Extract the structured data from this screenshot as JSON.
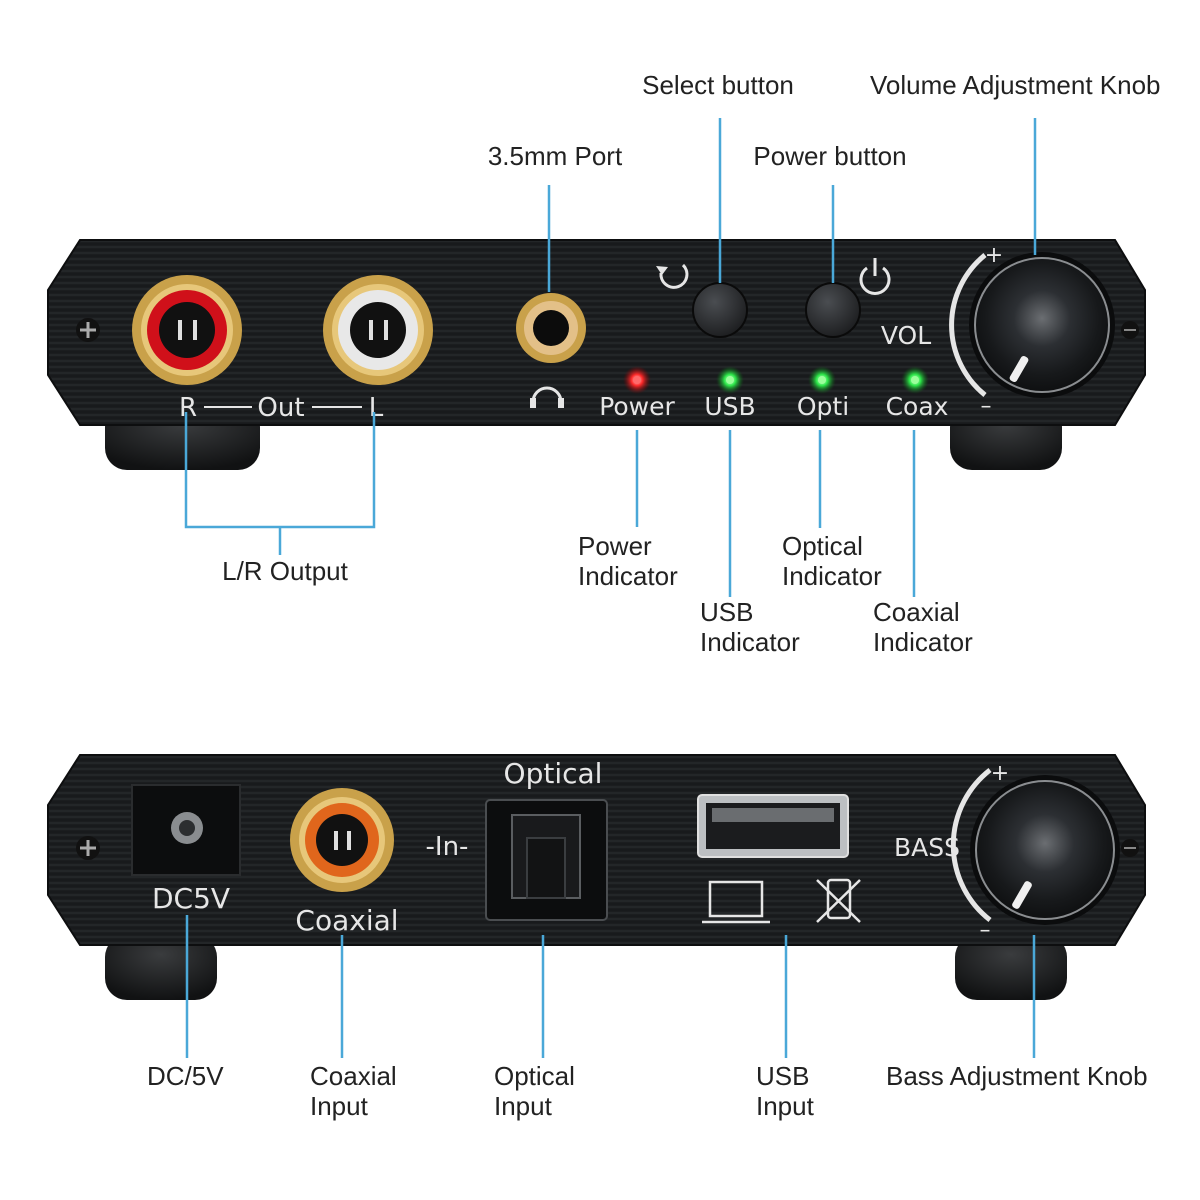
{
  "colors": {
    "callout_line": "#4aa8d8",
    "panel": "#1b1d1f",
    "panel_groove": "#2a2d30",
    "power_led": "#ff2a2a",
    "status_led": "#2ee84a",
    "rca_red": "#d0101a",
    "rca_white": "#e8e8e8",
    "gold": "#c9a14a",
    "coax_orange": "#e0661c"
  },
  "front_panel": {
    "out_label": "Out",
    "out_r": "R",
    "out_l": "L",
    "vol_label": "VOL",
    "vol_plus": "+",
    "vol_minus": "–",
    "led_power_label": "Power",
    "led_usb_label": "USB",
    "led_opti_label": "Opti",
    "led_coax_label": "Coax",
    "icons": [
      "headphone-icon",
      "cycle-icon",
      "power-icon"
    ]
  },
  "back_panel": {
    "dc_label": "DC5V",
    "coaxial_label": "Coaxial",
    "in_label": "-In-",
    "optical_label": "Optical",
    "bass_label": "BASS",
    "bass_plus": "+",
    "bass_minus": "–",
    "icons": [
      "laptop-icon",
      "no-phone-icon"
    ]
  },
  "callouts": {
    "select_button": "Select button",
    "volume_knob": "Volume Adjustment Knob",
    "port_35": "3.5mm Port",
    "power_button": "Power button",
    "lr_output": "L/R Output",
    "power_indicator": [
      "Power",
      "Indicator"
    ],
    "usb_indicator": [
      "USB",
      "Indicator"
    ],
    "optical_indicator": [
      "Optical",
      "Indicator"
    ],
    "coaxial_indicator": [
      "Coaxial",
      "Indicator"
    ],
    "dc5v": "DC/5V",
    "coaxial_input": [
      "Coaxial",
      "Input"
    ],
    "optical_input": [
      "Optical",
      "Input"
    ],
    "usb_input": [
      "USB",
      "Input"
    ],
    "bass_knob": "Bass Adjustment Knob"
  }
}
